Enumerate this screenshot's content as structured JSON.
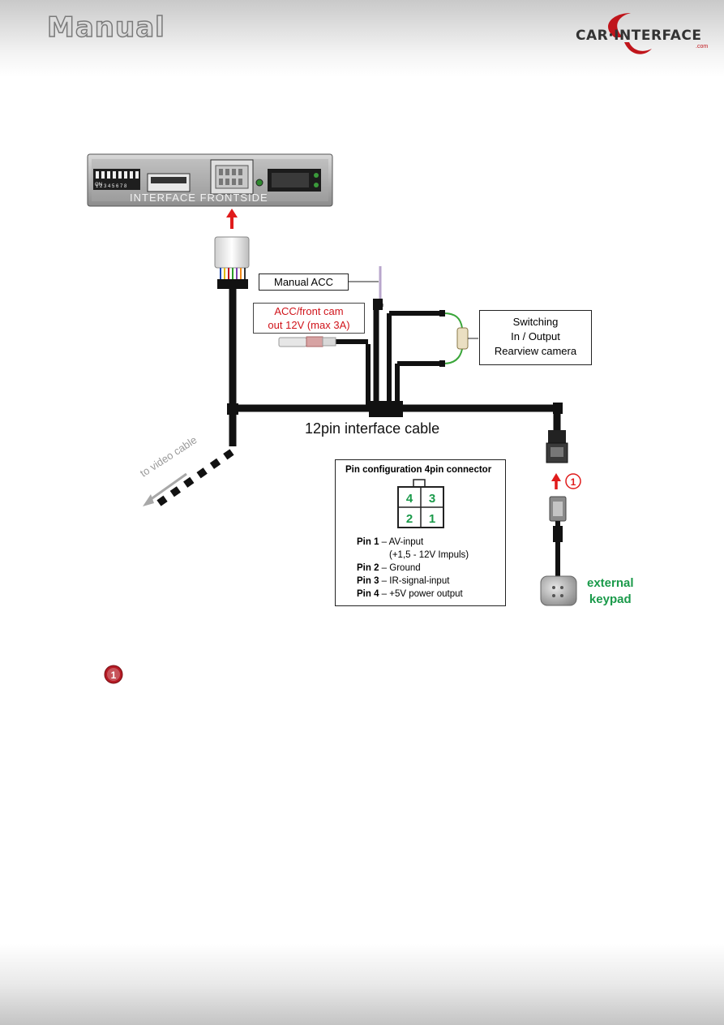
{
  "header": {
    "title": "Manual",
    "logo_text": "CAR·INTERFACE",
    "logo_sub": ".com"
  },
  "diagram": {
    "interface_front_label": "INTERFACE  FRONTSIDE",
    "manual_acc": "Manual ACC",
    "acc_line1": "ACC/front cam",
    "acc_line2": "out  12V (max 3A)",
    "switching_line1": "Switching",
    "switching_line2": "In / Output",
    "switching_line3": "Rearview camera",
    "cable_label": "12pin interface cable",
    "video_cable_label": "to video cable",
    "keypad_line1": "external",
    "keypad_line2": "keypad",
    "marker": "1",
    "dip_on_label": "ON",
    "dip_numbers": "1 2 3 4 5 6 7 8"
  },
  "pin_config": {
    "title": "Pin configuration 4pin connector",
    "grid": [
      "4",
      "3",
      "2",
      "1"
    ],
    "pins": [
      {
        "label": "Pin 1",
        "desc": " – AV-input"
      },
      {
        "label": "",
        "desc": "(+1,5 - 12V Impuls)"
      },
      {
        "label": "Pin 2",
        "desc": " – Ground"
      },
      {
        "label": "Pin 3",
        "desc": " – IR-signal-input"
      },
      {
        "label": "Pin 4",
        "desc": " – +5V power output"
      }
    ]
  },
  "colors": {
    "accent_red": "#d0141b",
    "pin_green": "#1a9a4a",
    "wire_green": "#3aa63a"
  }
}
